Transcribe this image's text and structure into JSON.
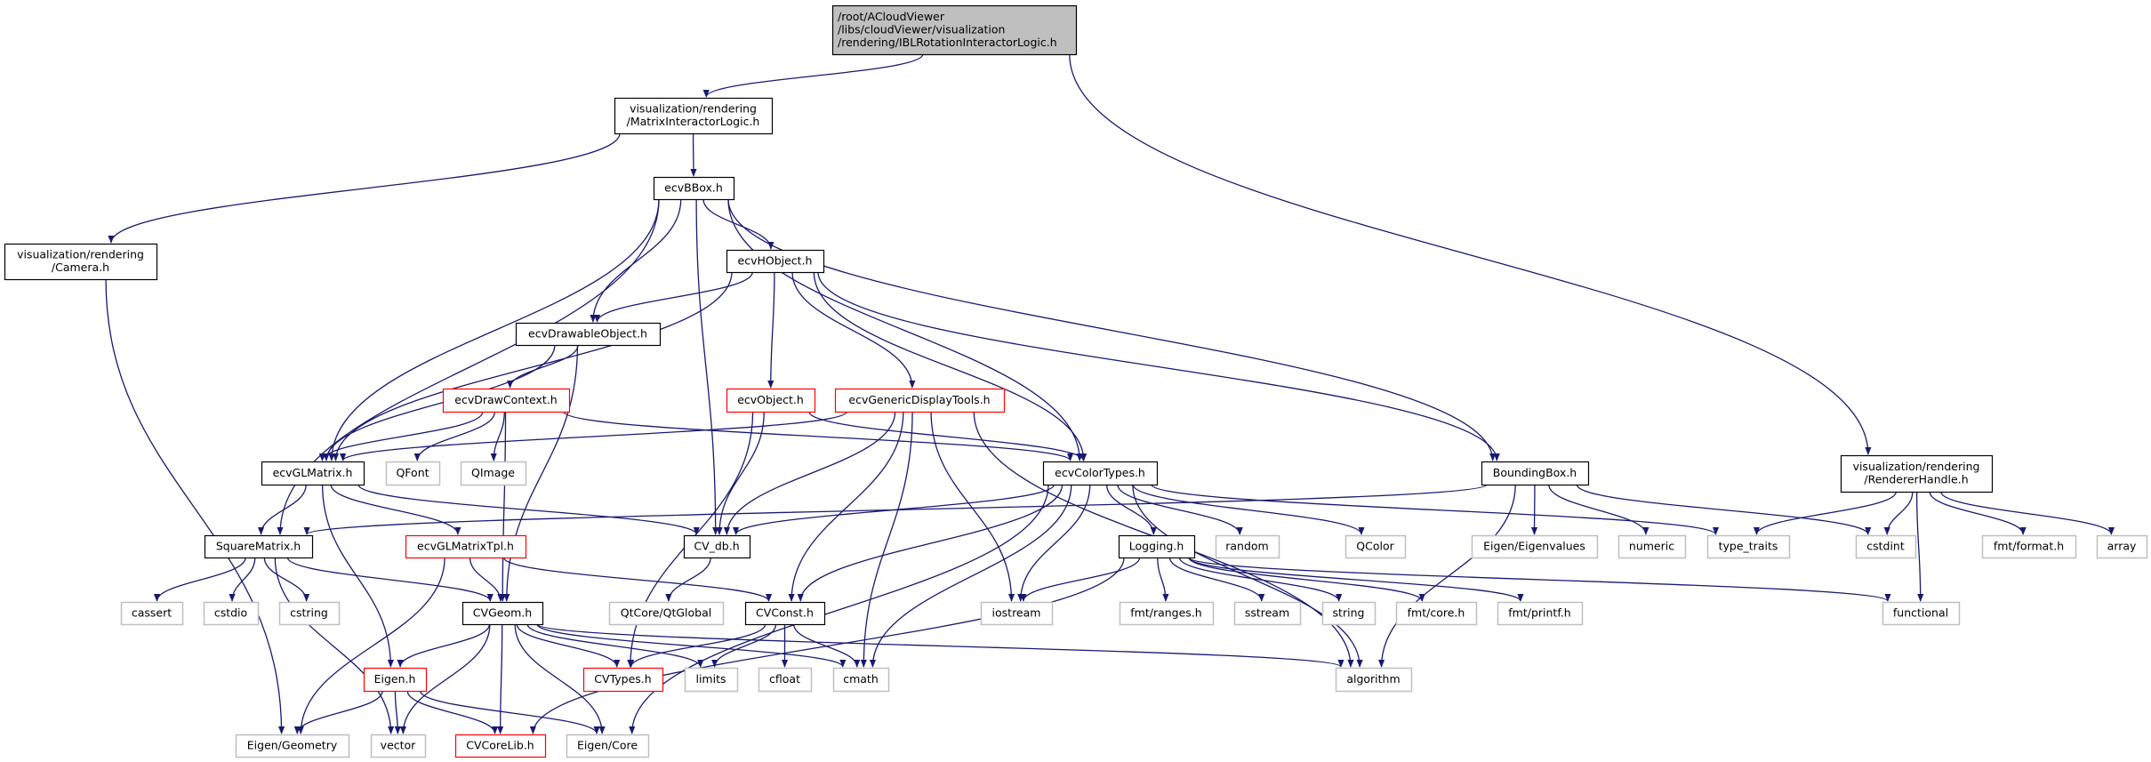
{
  "graph": {
    "edge_color": "#191970",
    "nodes": [
      {
        "id": "root",
        "lines": [
          "/root/ACloudViewer",
          "/libs/cloudViewer/visualization",
          "/rendering/IBLRotationInteractorLogic.h"
        ],
        "kind": "root"
      },
      {
        "id": "mil",
        "lines": [
          "visualization/rendering",
          "/MatrixInteractorLogic.h"
        ],
        "kind": "doc"
      },
      {
        "id": "bbox",
        "lines": [
          "ecvBBox.h"
        ],
        "kind": "doc"
      },
      {
        "id": "camera",
        "lines": [
          "visualization/rendering",
          "/Camera.h"
        ],
        "kind": "doc"
      },
      {
        "id": "hobject",
        "lines": [
          "ecvHObject.h"
        ],
        "kind": "doc"
      },
      {
        "id": "drawable",
        "lines": [
          "ecvDrawableObject.h"
        ],
        "kind": "doc"
      },
      {
        "id": "drawctx",
        "lines": [
          "ecvDrawContext.h"
        ],
        "kind": "trunc"
      },
      {
        "id": "object",
        "lines": [
          "ecvObject.h"
        ],
        "kind": "trunc"
      },
      {
        "id": "gdt",
        "lines": [
          "ecvGenericDisplayTools.h"
        ],
        "kind": "trunc"
      },
      {
        "id": "glmatrix",
        "lines": [
          "ecvGLMatrix.h"
        ],
        "kind": "doc"
      },
      {
        "id": "qfont",
        "lines": [
          "QFont"
        ],
        "kind": "ext"
      },
      {
        "id": "qimage",
        "lines": [
          "QImage"
        ],
        "kind": "ext"
      },
      {
        "id": "colortypes",
        "lines": [
          "ecvColorTypes.h"
        ],
        "kind": "doc"
      },
      {
        "id": "boundingbox",
        "lines": [
          "BoundingBox.h"
        ],
        "kind": "doc"
      },
      {
        "id": "renderer",
        "lines": [
          "visualization/rendering",
          "/RendererHandle.h"
        ],
        "kind": "doc"
      },
      {
        "id": "squarematrix",
        "lines": [
          "SquareMatrix.h"
        ],
        "kind": "doc"
      },
      {
        "id": "glmatrixtpl",
        "lines": [
          "ecvGLMatrixTpl.h"
        ],
        "kind": "trunc"
      },
      {
        "id": "cvdb",
        "lines": [
          "CV_db.h"
        ],
        "kind": "doc"
      },
      {
        "id": "logging",
        "lines": [
          "Logging.h"
        ],
        "kind": "doc"
      },
      {
        "id": "random",
        "lines": [
          "random"
        ],
        "kind": "ext"
      },
      {
        "id": "qcolor",
        "lines": [
          "QColor"
        ],
        "kind": "ext"
      },
      {
        "id": "eigenvalues",
        "lines": [
          "Eigen/Eigenvalues"
        ],
        "kind": "ext"
      },
      {
        "id": "numeric",
        "lines": [
          "numeric"
        ],
        "kind": "ext"
      },
      {
        "id": "typetraits",
        "lines": [
          "type_traits"
        ],
        "kind": "ext"
      },
      {
        "id": "cstdint",
        "lines": [
          "cstdint"
        ],
        "kind": "ext"
      },
      {
        "id": "fmtformat",
        "lines": [
          "fmt/format.h"
        ],
        "kind": "ext"
      },
      {
        "id": "array",
        "lines": [
          "array"
        ],
        "kind": "ext"
      },
      {
        "id": "cassert",
        "lines": [
          "cassert"
        ],
        "kind": "ext"
      },
      {
        "id": "cstdio",
        "lines": [
          "cstdio"
        ],
        "kind": "ext"
      },
      {
        "id": "cstring",
        "lines": [
          "cstring"
        ],
        "kind": "ext"
      },
      {
        "id": "cvgeom",
        "lines": [
          "CVGeom.h"
        ],
        "kind": "doc"
      },
      {
        "id": "qtglobal",
        "lines": [
          "QtCore/QtGlobal"
        ],
        "kind": "ext"
      },
      {
        "id": "cvconst",
        "lines": [
          "CVConst.h"
        ],
        "kind": "doc"
      },
      {
        "id": "iostream",
        "lines": [
          "iostream"
        ],
        "kind": "ext"
      },
      {
        "id": "fmtranges",
        "lines": [
          "fmt/ranges.h"
        ],
        "kind": "ext"
      },
      {
        "id": "sstream",
        "lines": [
          "sstream"
        ],
        "kind": "ext"
      },
      {
        "id": "string",
        "lines": [
          "string"
        ],
        "kind": "ext"
      },
      {
        "id": "fmtcore",
        "lines": [
          "fmt/core.h"
        ],
        "kind": "ext"
      },
      {
        "id": "fmtprintf",
        "lines": [
          "fmt/printf.h"
        ],
        "kind": "ext"
      },
      {
        "id": "functional",
        "lines": [
          "functional"
        ],
        "kind": "ext"
      },
      {
        "id": "eigenh",
        "lines": [
          "Eigen.h"
        ],
        "kind": "trunc"
      },
      {
        "id": "cvtypes",
        "lines": [
          "CVTypes.h"
        ],
        "kind": "trunc"
      },
      {
        "id": "limits",
        "lines": [
          "limits"
        ],
        "kind": "ext"
      },
      {
        "id": "cfloat",
        "lines": [
          "cfloat"
        ],
        "kind": "ext"
      },
      {
        "id": "cmath",
        "lines": [
          "cmath"
        ],
        "kind": "ext"
      },
      {
        "id": "algorithm",
        "lines": [
          "algorithm"
        ],
        "kind": "ext"
      },
      {
        "id": "eigengeom",
        "lines": [
          "Eigen/Geometry"
        ],
        "kind": "ext"
      },
      {
        "id": "vector",
        "lines": [
          "vector"
        ],
        "kind": "ext"
      },
      {
        "id": "cvcorelib",
        "lines": [
          "CVCoreLib.h"
        ],
        "kind": "trunc"
      },
      {
        "id": "eigencore",
        "lines": [
          "Eigen/Core"
        ],
        "kind": "ext"
      }
    ],
    "edges": [
      [
        "root",
        "mil"
      ],
      [
        "root",
        "renderer"
      ],
      [
        "mil",
        "bbox"
      ],
      [
        "mil",
        "camera"
      ],
      [
        "camera",
        "eigengeom"
      ],
      [
        "bbox",
        "hobject"
      ],
      [
        "bbox",
        "drawable"
      ],
      [
        "bbox",
        "glmatrix"
      ],
      [
        "bbox",
        "squarematrix"
      ],
      [
        "bbox",
        "cvdb"
      ],
      [
        "bbox",
        "colortypes"
      ],
      [
        "bbox",
        "boundingbox"
      ],
      [
        "hobject",
        "glmatrix"
      ],
      [
        "hobject",
        "drawable"
      ],
      [
        "hobject",
        "object"
      ],
      [
        "hobject",
        "gdt"
      ],
      [
        "hobject",
        "colortypes"
      ],
      [
        "hobject",
        "boundingbox"
      ],
      [
        "drawable",
        "glmatrix"
      ],
      [
        "drawable",
        "drawctx"
      ],
      [
        "drawable",
        "cvgeom"
      ],
      [
        "drawctx",
        "glmatrix"
      ],
      [
        "drawctx",
        "qfont"
      ],
      [
        "drawctx",
        "qimage"
      ],
      [
        "drawctx",
        "cvgeom"
      ],
      [
        "drawctx",
        "colortypes"
      ],
      [
        "object",
        "cvtypes"
      ],
      [
        "object",
        "cvdb"
      ],
      [
        "object",
        "colortypes"
      ],
      [
        "gdt",
        "glmatrix"
      ],
      [
        "gdt",
        "cvdb"
      ],
      [
        "gdt",
        "cvconst"
      ],
      [
        "gdt",
        "cmath"
      ],
      [
        "gdt",
        "iostream"
      ],
      [
        "gdt",
        "algorithm"
      ],
      [
        "glmatrix",
        "squarematrix"
      ],
      [
        "glmatrix",
        "eigenh"
      ],
      [
        "glmatrix",
        "glmatrixtpl"
      ],
      [
        "glmatrix",
        "cvdb"
      ],
      [
        "colortypes",
        "cvdb"
      ],
      [
        "colortypes",
        "cvconst"
      ],
      [
        "colortypes",
        "cmath"
      ],
      [
        "colortypes",
        "iostream"
      ],
      [
        "colortypes",
        "logging"
      ],
      [
        "colortypes",
        "random"
      ],
      [
        "colortypes",
        "qcolor"
      ],
      [
        "colortypes",
        "typetraits"
      ],
      [
        "colortypes",
        "algorithm"
      ],
      [
        "colortypes",
        "eigencore"
      ],
      [
        "boundingbox",
        "squarematrix"
      ],
      [
        "boundingbox",
        "eigenvalues"
      ],
      [
        "boundingbox",
        "numeric"
      ],
      [
        "boundingbox",
        "cstdint"
      ],
      [
        "boundingbox",
        "algorithm"
      ],
      [
        "renderer",
        "typetraits"
      ],
      [
        "renderer",
        "cstdint"
      ],
      [
        "renderer",
        "functional"
      ],
      [
        "renderer",
        "fmtformat"
      ],
      [
        "renderer",
        "array"
      ],
      [
        "squarematrix",
        "cassert"
      ],
      [
        "squarematrix",
        "cstdio"
      ],
      [
        "squarematrix",
        "cstring"
      ],
      [
        "squarematrix",
        "cvgeom"
      ],
      [
        "squarematrix",
        "vector"
      ],
      [
        "glmatrixtpl",
        "cvgeom"
      ],
      [
        "glmatrixtpl",
        "cvconst"
      ],
      [
        "glmatrixtpl",
        "eigengeom"
      ],
      [
        "cvdb",
        "qtglobal"
      ],
      [
        "logging",
        "iostream"
      ],
      [
        "logging",
        "cvcorelib"
      ],
      [
        "logging",
        "fmtranges"
      ],
      [
        "logging",
        "sstream"
      ],
      [
        "logging",
        "string"
      ],
      [
        "logging",
        "fmtcore"
      ],
      [
        "logging",
        "fmtprintf"
      ],
      [
        "logging",
        "functional"
      ],
      [
        "cvgeom",
        "eigenh"
      ],
      [
        "cvgeom",
        "vector"
      ],
      [
        "cvgeom",
        "cvcorelib"
      ],
      [
        "cvgeom",
        "eigencore"
      ],
      [
        "cvgeom",
        "cvtypes"
      ],
      [
        "cvgeom",
        "limits"
      ],
      [
        "cvgeom",
        "cmath"
      ],
      [
        "cvgeom",
        "algorithm"
      ],
      [
        "cvconst",
        "cvtypes"
      ],
      [
        "cvconst",
        "limits"
      ],
      [
        "cvconst",
        "cfloat"
      ],
      [
        "cvconst",
        "cmath"
      ],
      [
        "eigenh",
        "eigengeom"
      ],
      [
        "eigenh",
        "vector"
      ],
      [
        "eigenh",
        "cvcorelib"
      ],
      [
        "eigenh",
        "eigencore"
      ]
    ]
  }
}
